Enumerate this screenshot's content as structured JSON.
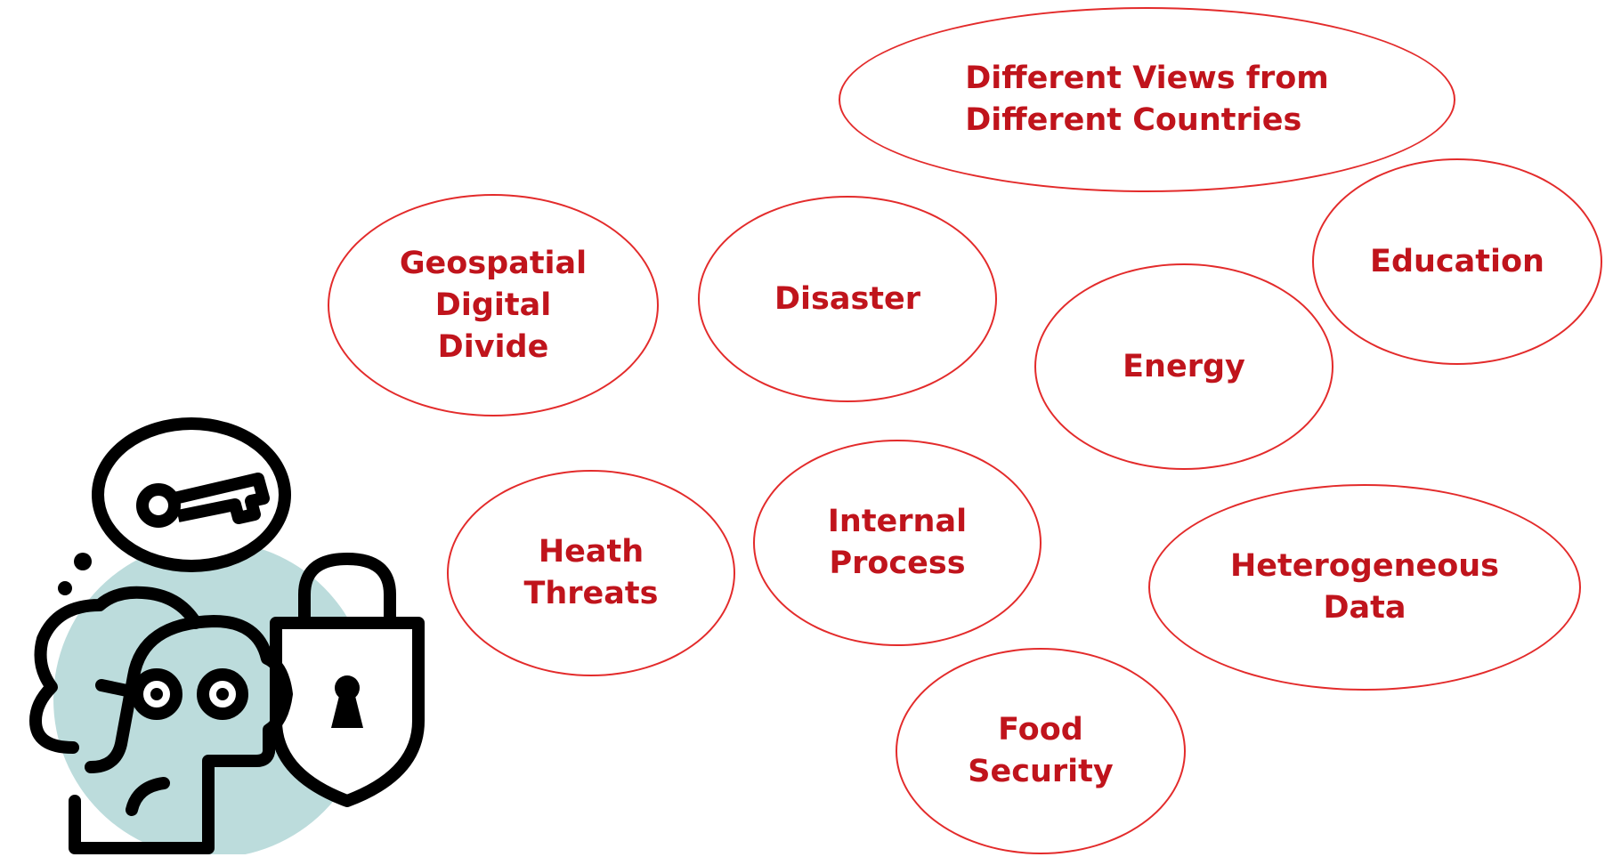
{
  "colors": {
    "bubble_border": "#e32b2b",
    "bubble_text": "#c0141c",
    "illustration_stroke": "#000000",
    "illustration_bg": "#bcdcdc"
  },
  "illustration": {
    "icons": [
      "person-icon",
      "key-icon",
      "padlock-icon",
      "thought-bubble-icon"
    ]
  },
  "bubbles": {
    "views": "Different Views from\nDifferent Countries",
    "geospatial": "Geospatial\nDigital\nDivide",
    "disaster": "Disaster",
    "energy": "Energy",
    "education": "Education",
    "health": "Heath\nThreats",
    "internal": "Internal\nProcess",
    "heterogeneous": "Heterogeneous\nData",
    "food": "Food\nSecurity"
  }
}
